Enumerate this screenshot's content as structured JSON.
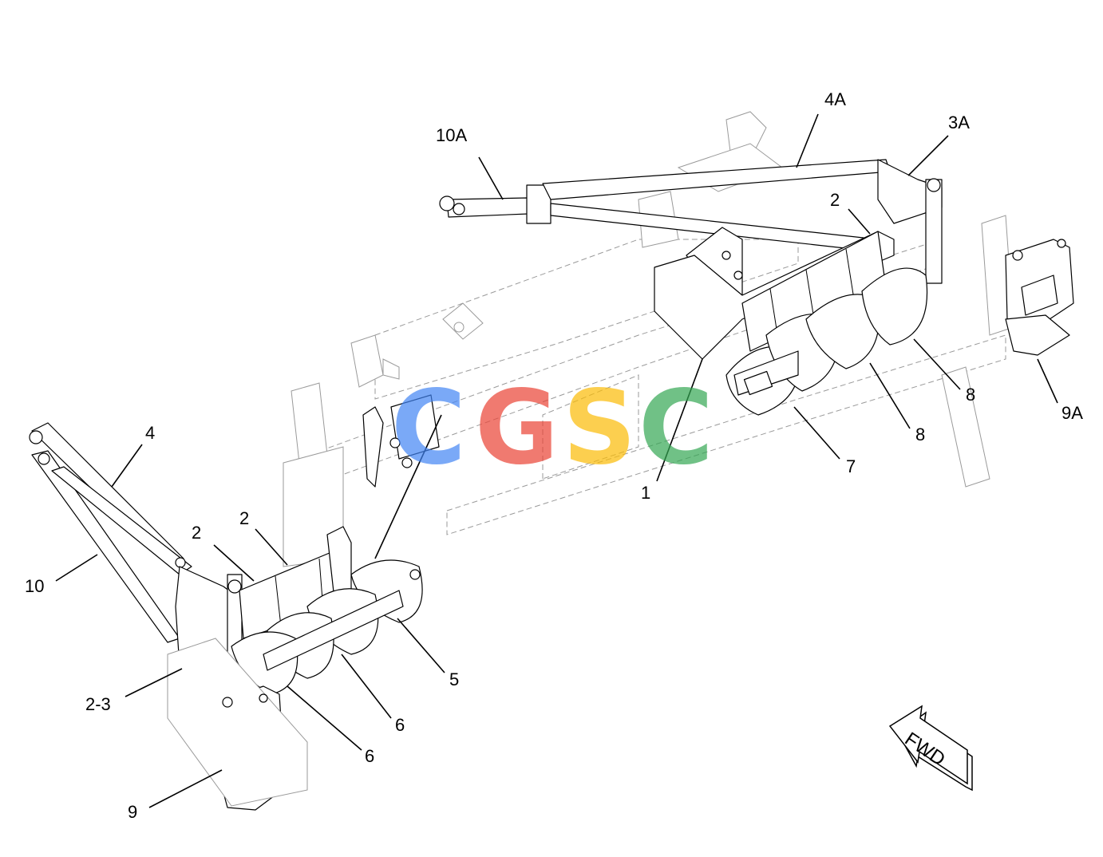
{
  "watermark": {
    "letters": [
      {
        "char": "C",
        "color": "#4285F4"
      },
      {
        "char": "G",
        "color": "#EA4335"
      },
      {
        "char": "S",
        "color": "#FBBC05"
      },
      {
        "char": "C",
        "color": "#34A853"
      }
    ]
  },
  "direction_label": "FWD",
  "callouts": {
    "c_10A": "10A",
    "c_4A": "4A",
    "c_3A": "3A",
    "c_2_top": "2",
    "c_8_a": "8",
    "c_8_b": "8",
    "c_9A": "9A",
    "c_7": "7",
    "c_1": "1",
    "c_4": "4",
    "c_2_left_a": "2",
    "c_2_left_b": "2",
    "c_10": "10",
    "c_2_3": "2-3",
    "c_5": "5",
    "c_6_a": "6",
    "c_6_b": "6",
    "c_9": "9"
  },
  "colors": {
    "line": "#000000",
    "ghost": "#9a9a9a",
    "background": "#ffffff"
  }
}
